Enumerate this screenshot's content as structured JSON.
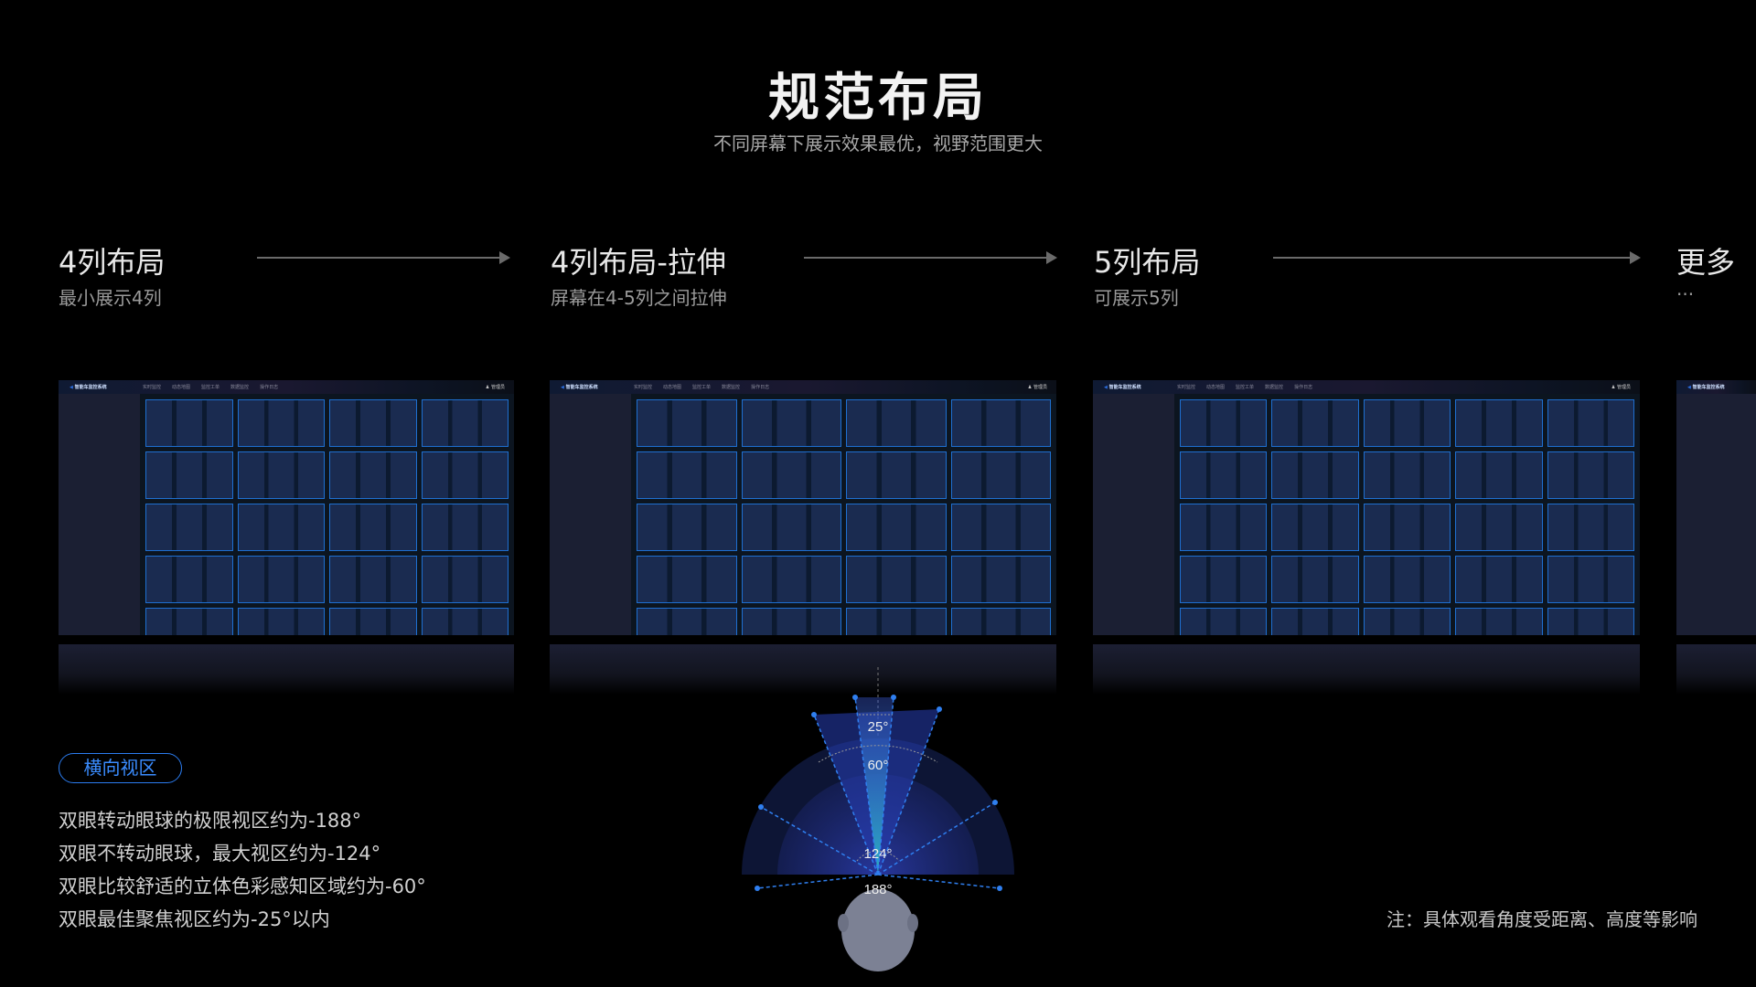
{
  "header": {
    "title": "规范布局",
    "subtitle": "不同屏幕下展示效果最优，视野范围更大"
  },
  "sections": [
    {
      "title": "4列布局",
      "subtitle": "最小展示4列",
      "columns": 4
    },
    {
      "title": "4列布局-拉伸",
      "subtitle": "屏幕在4-5列之间拉伸",
      "columns": 4
    },
    {
      "title": "5列布局",
      "subtitle": "可展示5列",
      "columns": 5
    },
    {
      "title": "更多",
      "subtitle": "···"
    }
  ],
  "mockup": {
    "app_title": "智能车监控系统",
    "nav": [
      "实时监控",
      "动态地图",
      "监控工单",
      "数据监控",
      "操作日志"
    ],
    "user": "管理员"
  },
  "view": {
    "tag": "横向视区",
    "lines": [
      "双眼转动眼球的极限视区约为-188°",
      "双眼不转动眼球，最大视区约为-124°",
      "双眼比较舒适的立体色彩感知区域约为-60°",
      "双眼最佳聚焦视区约为-25°以内"
    ],
    "angles": [
      "25°",
      "60°",
      "124°",
      "188°"
    ]
  },
  "note": "注：具体观看角度受距离、高度等影响",
  "colors": {
    "accent": "#2b7cf0",
    "cell_border": "#1e6fd0",
    "background": "#000000"
  }
}
